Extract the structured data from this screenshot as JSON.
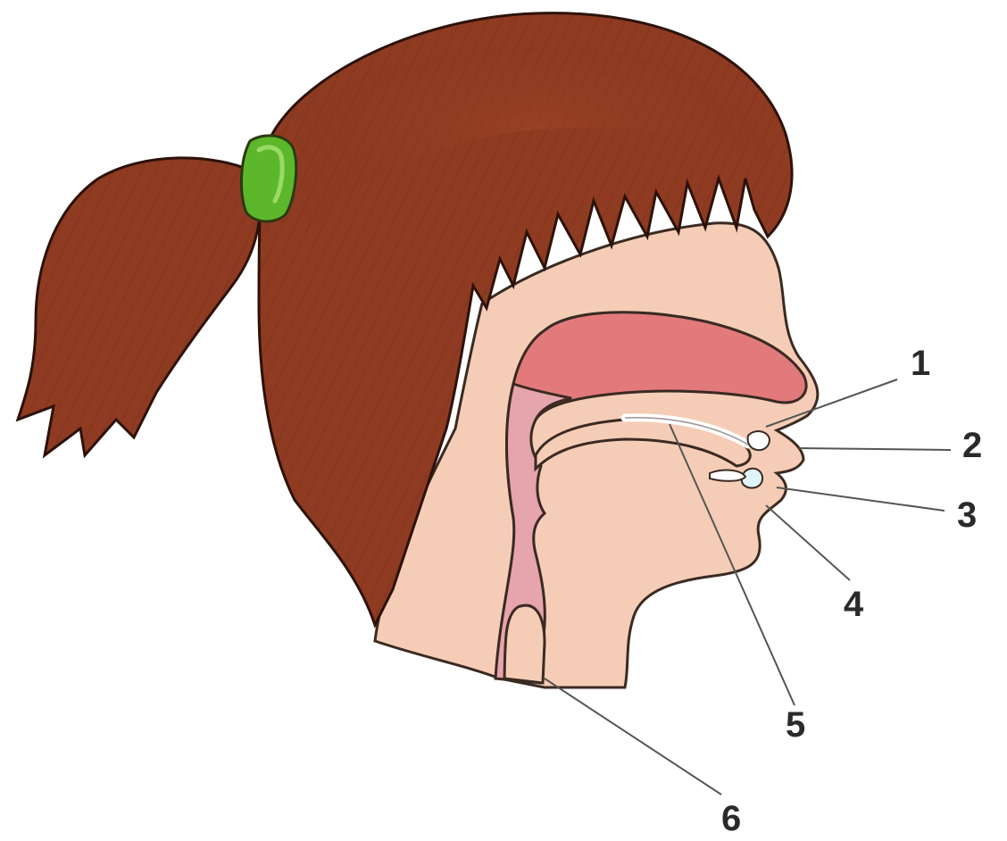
{
  "colors": {
    "hair": "#8e3b22",
    "hair_shade": "#6e2a16",
    "hair_outline": "#2c120a",
    "hair_tie": "#5cb82a",
    "hair_tie_highlight": "#a6e070",
    "skin": "#f5cdb6",
    "skin_outline": "#3a2a22",
    "nasal_cavity": "#e27a7c",
    "throat": "#e6a4ad",
    "tongue_line": "#ffffff",
    "teeth": "#ffffff",
    "leader_line": "#555555",
    "label_text": "#2a2a2a"
  },
  "callouts": [
    {
      "id": "1",
      "label": "1"
    },
    {
      "id": "2",
      "label": "2"
    },
    {
      "id": "3",
      "label": "3"
    },
    {
      "id": "4",
      "label": "4"
    },
    {
      "id": "5",
      "label": "5"
    },
    {
      "id": "6",
      "label": "6"
    }
  ]
}
